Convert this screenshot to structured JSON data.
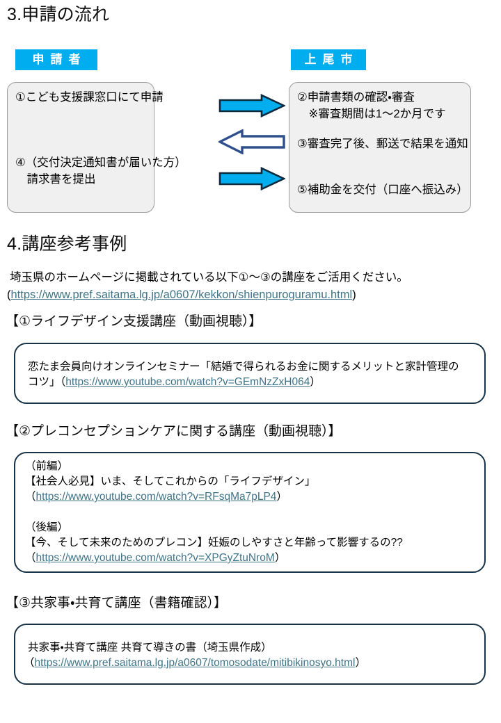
{
  "document": {
    "language": "ja"
  },
  "section_flow": {
    "title": "3.申請の流れ",
    "left_column": {
      "header_label": "申請者",
      "items": [
        "①こども支援課窓口にて申請",
        "④（交付決定通知書が届いた方）",
        "　請求書を提出"
      ]
    },
    "right_column": {
      "header_label": "上尾市",
      "items": [
        "②申請書類の確認・審査",
        "　※審査期間は1～2か月です",
        "③審査完了後、郵送で結果を通知",
        "⑤補助金を交付（口座へ振込み）"
      ]
    },
    "arrows": [
      {
        "name": "arrow-apply-right",
        "direction": "right",
        "style": "filled",
        "fill": "#00AEEF",
        "stroke": "#0B2A3D"
      },
      {
        "name": "arrow-notify-left",
        "direction": "left",
        "style": "outline",
        "fill": "#FFFFFF",
        "stroke": "#2E4E8C"
      },
      {
        "name": "arrow-payment-right",
        "direction": "right",
        "style": "filled",
        "fill": "#00AEEF",
        "stroke": "#0B2A3D"
      }
    ]
  },
  "section_courses": {
    "title": "4.講座参考事例",
    "intro_text": "埼玉県のホームページに掲載されている以下①～③の講座をご活用ください。",
    "intro_link": "https://www.pref.saitama.lg.jp/a0607/kekkon/shienpuroguramu.html",
    "courses": [
      {
        "heading": "【①ライフデザイン支援講座（動画視聴）】",
        "lines": [
          {
            "type": "text",
            "value": "恋たま会員向けオンラインセミナー「結婚で得られるお金に関するメリットと家計管理の"
          },
          {
            "type": "mixed",
            "prefix": "コツ」（",
            "link": "https://www.youtube.com/watch?v=GEmNzZxH064",
            "suffix": "）"
          }
        ]
      },
      {
        "heading": "【②プレコンセプションケアに関する講座（動画視聴）】",
        "lines": [
          {
            "type": "text",
            "value": "（前編）"
          },
          {
            "type": "text",
            "value": "【社会人必見】いま、そしてこれからの「ライフデザイン」"
          },
          {
            "type": "mixed",
            "prefix": "（",
            "link": "https://www.youtube.com/watch?v=RFsqMa7pLP4",
            "suffix": "）"
          },
          {
            "type": "spacer",
            "value": ""
          },
          {
            "type": "text",
            "value": "（後編）"
          },
          {
            "type": "text",
            "value": "【今、そして未来のためのプレコン】妊娠のしやすさと年齢って影響するの??"
          },
          {
            "type": "mixed",
            "prefix": "（",
            "link": "https://www.youtube.com/watch?v=XPGyZtuNroM",
            "suffix": "）"
          }
        ]
      },
      {
        "heading": "【③共家事・共育て講座（書籍確認）】",
        "lines": [
          {
            "type": "text",
            "value": "共家事・共育て講座 共育て導きの書（埼玉県作成）"
          },
          {
            "type": "mixed",
            "prefix": "（",
            "link": "https://www.pref.saitama.lg.jp/a0607/tomosodate/mitibikinosyo.html",
            "suffix": "）"
          }
        ]
      }
    ]
  },
  "colors": {
    "header_blue": "#00AEEF",
    "box_gray": "#F0F0F0",
    "box_border_navy": "#173147",
    "link_teal": "#3F7387",
    "arrow_outline_blue": "#2E4E8C"
  }
}
